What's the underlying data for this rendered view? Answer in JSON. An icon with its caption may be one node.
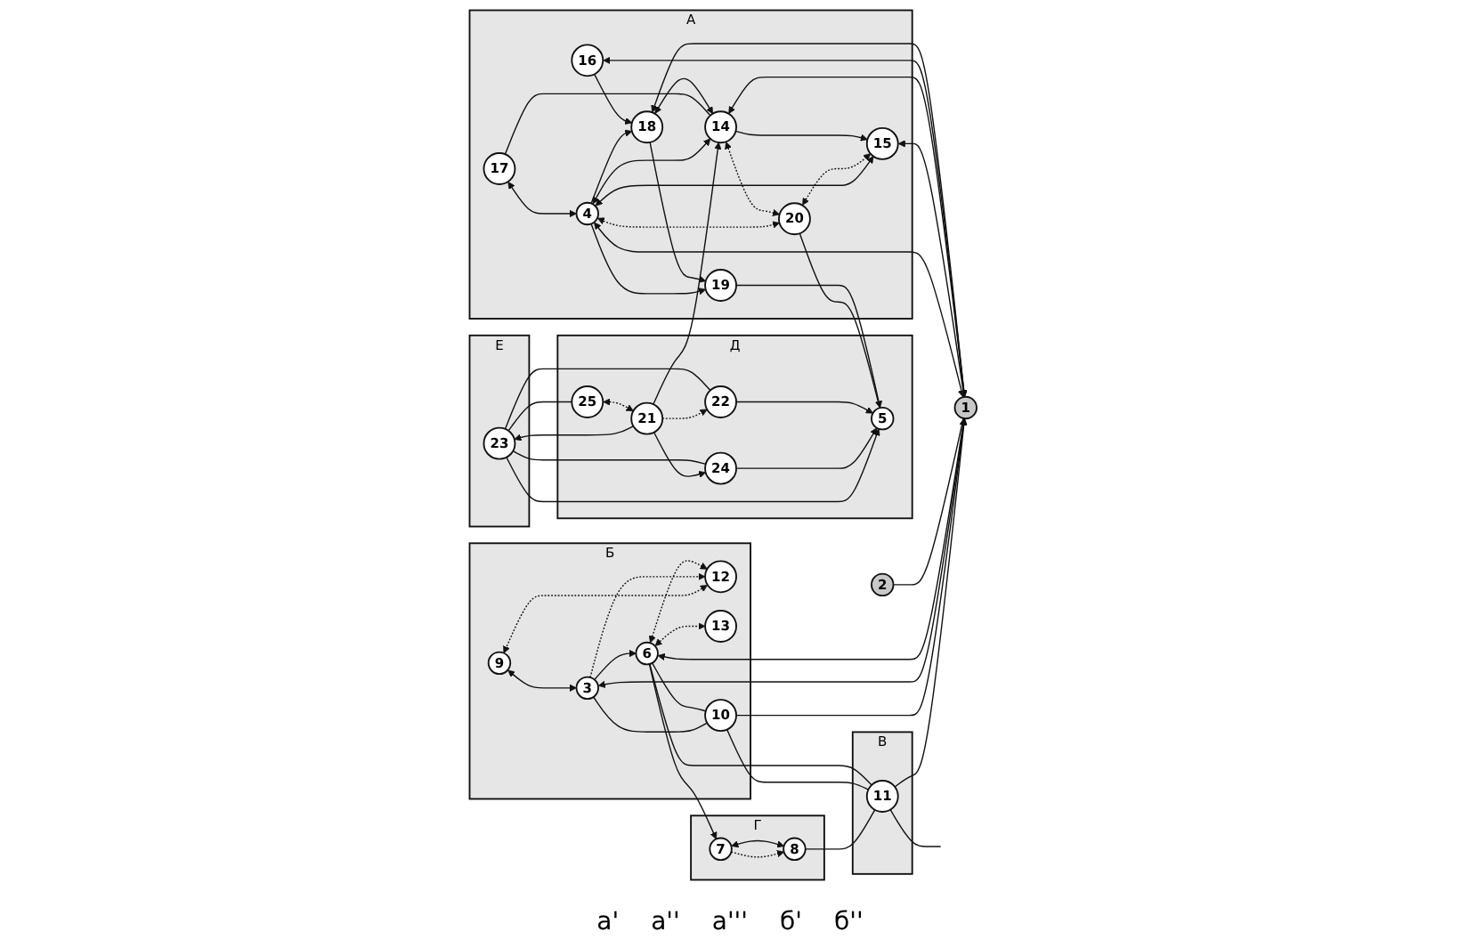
{
  "diagram": {
    "nodes": [
      {
        "text": [
          "А"
        ]
      },
      {
        "text": [
          "18"
        ],
        "in": 0
      },
      {
        "text": [
          "16"
        ],
        "in": 0
      },
      {
        "text": [
          "19"
        ],
        "in": 0
      },
      {
        "text": [
          "14"
        ],
        "in": 0
      },
      {
        "text": [
          "17"
        ],
        "in": 0
      },
      {
        "text": [
          "20"
        ],
        "in": 0
      },
      {
        "text": [
          "4"
        ],
        "in": 0
      },
      {
        "text": [
          "15"
        ],
        "in": 0
      },
      {
        "text": [
          "2"
        ]
      },
      {
        "text": [
          "1"
        ]
      },
      {
        "text": [
          "Е"
        ]
      },
      {
        "text": [
          "23"
        ],
        "in": 11
      },
      {
        "text": [
          "Д"
        ]
      },
      {
        "text": [
          "25"
        ],
        "in": 13
      },
      {
        "text": [
          "24"
        ],
        "in": 13
      },
      {
        "text": [
          "22"
        ],
        "in": 13
      },
      {
        "text": [
          "5"
        ],
        "in": 13
      },
      {
        "text": [
          "21"
        ],
        "in": 13
      },
      {
        "text": [
          "Г"
        ]
      },
      {
        "text": [
          "7"
        ],
        "in": 19
      },
      {
        "text": [
          "8"
        ],
        "in": 19
      },
      {
        "text": [
          "Б"
        ]
      },
      {
        "text": [
          "9"
        ],
        "in": 22
      },
      {
        "text": [
          "12"
        ],
        "in": 22
      },
      {
        "text": [
          "6"
        ],
        "in": 22
      },
      {
        "text": [
          "13"
        ],
        "in": 22
      },
      {
        "text": [
          "3"
        ],
        "in": 22
      },
      {
        "text": [
          "10"
        ],
        "in": 22
      },
      {
        "text": [
          "В"
        ]
      },
      {
        "text": [
          "11"
        ],
        "in": 29
      }
    ],
    "edges": [
      {
        "from": 2,
        "to": 1,
        "arrow": "to"
      },
      {
        "from": 1,
        "to": 3,
        "arrow": "to"
      },
      {
        "from": 3,
        "to": 17,
        "arrow": "to"
      },
      {
        "from": 7,
        "to": 3,
        "arrow": "to"
      },
      {
        "from": 7,
        "to": 1,
        "arrow": "to"
      },
      {
        "from": 1,
        "to": 4,
        "arrow": "both"
      },
      {
        "from": 1,
        "to": 10,
        "arrow": "both"
      },
      {
        "from": 2,
        "to": 10,
        "arrow": "both"
      },
      {
        "from": 4,
        "to": 10,
        "arrow": "both"
      },
      {
        "from": 18,
        "to": 4,
        "arrow": "to"
      },
      {
        "from": 5,
        "to": 7,
        "arrow": "both"
      },
      {
        "from": 5,
        "to": 4,
        "arrow": "none"
      },
      {
        "from": 7,
        "to": 4,
        "arrow": "both"
      },
      {
        "from": 4,
        "to": 8,
        "arrow": "to"
      },
      {
        "from": 4,
        "to": 6,
        "arrow": "both",
        "style": "dashed"
      },
      {
        "from": 6,
        "to": 8,
        "arrow": "both",
        "style": "dashed"
      },
      {
        "from": 7,
        "to": 8,
        "arrow": "both"
      },
      {
        "from": 7,
        "to": 6,
        "arrow": "both",
        "style": "dashed"
      },
      {
        "from": 6,
        "to": 17,
        "arrow": "none"
      },
      {
        "from": 8,
        "to": 10,
        "arrow": "both"
      },
      {
        "from": 7,
        "to": 10,
        "arrow": "both"
      },
      {
        "from": 9,
        "to": 10,
        "arrow": "none"
      },
      {
        "from": 25,
        "to": 10,
        "arrow": "both"
      },
      {
        "from": 27,
        "to": 10,
        "arrow": "both"
      },
      {
        "from": 28,
        "to": 10,
        "arrow": "to"
      },
      {
        "from": 30,
        "to": 10,
        "arrow": "to"
      },
      {
        "from": 24,
        "to": 23,
        "arrow": "both",
        "style": "dashed"
      },
      {
        "from": 25,
        "to": 24,
        "arrow": "both",
        "style": "dashed"
      },
      {
        "from": 23,
        "to": 27,
        "arrow": "both"
      },
      {
        "from": 27,
        "to": 24,
        "arrow": "to",
        "style": "dashed"
      },
      {
        "from": 27,
        "to": 25,
        "arrow": "to"
      },
      {
        "from": 25,
        "to": 26,
        "arrow": "both",
        "style": "dashed"
      },
      {
        "from": 25,
        "to": 28,
        "arrow": "none"
      },
      {
        "from": 25,
        "to": 30,
        "arrow": "none"
      },
      {
        "from": 27,
        "to": 28,
        "arrow": "none"
      },
      {
        "from": 28,
        "to": 30,
        "arrow": "none"
      },
      {
        "from": 25,
        "to": 20,
        "arrow": "to"
      },
      {
        "from": 20,
        "to": 21,
        "arrow": "both"
      },
      {
        "from": 20,
        "to": 21,
        "arrow": "to",
        "style": "dashed"
      },
      {
        "from": 21,
        "to": 30,
        "arrow": "none"
      },
      {
        "from": 30,
        "to": null,
        "arrow": "none"
      },
      {
        "from": 12,
        "to": 16,
        "arrow": "none"
      },
      {
        "from": 12,
        "to": 15,
        "arrow": "none"
      },
      {
        "from": 12,
        "to": 14,
        "arrow": "none"
      },
      {
        "from": 16,
        "to": 17,
        "arrow": "to"
      },
      {
        "from": 15,
        "to": 17,
        "arrow": "to"
      },
      {
        "from": 12,
        "to": 17,
        "arrow": "to"
      },
      {
        "from": 18,
        "to": 12,
        "arrow": "to"
      },
      {
        "from": 18,
        "to": 15,
        "arrow": "to"
      },
      {
        "from": 14,
        "to": 18,
        "arrow": "both",
        "style": "dashed"
      },
      {
        "from": 18,
        "to": 16,
        "arrow": "to",
        "style": "dashed"
      }
    ],
    "labels": [
      "а'",
      "а''",
      "а'''",
      "б'",
      "б''"
    ]
  }
}
